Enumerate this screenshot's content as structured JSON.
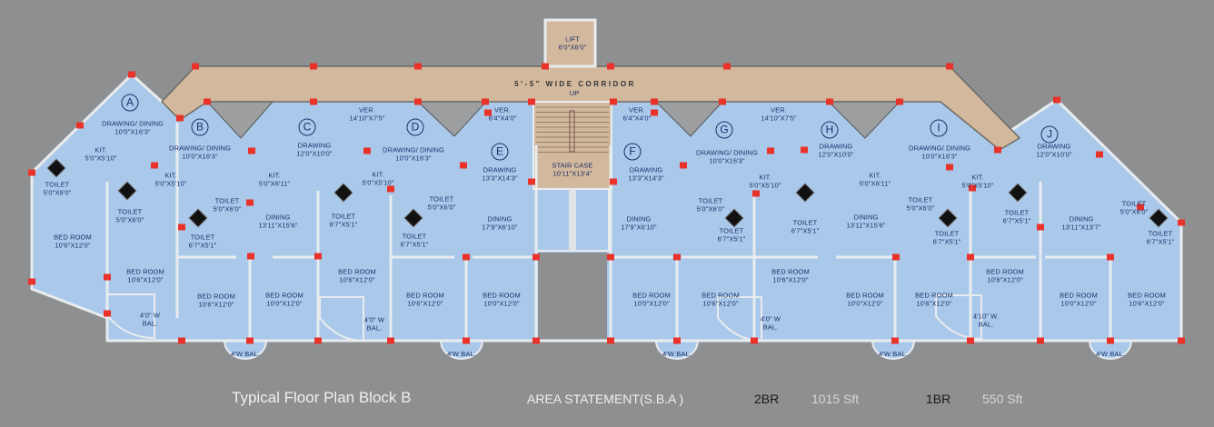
{
  "colors": {
    "background": "#8e8f91",
    "unit_fill": "#aac9ea",
    "corridor_fill": "#d2b89c",
    "column": "#e8322a",
    "void": "#9c9e9f",
    "text": "#1d2f6a"
  },
  "lift": {
    "name": "LIFT",
    "size": "6'0\"X6'0\""
  },
  "corridor": {
    "label": "5'-5\" WIDE CORRIDOR",
    "up": "UP"
  },
  "staircase": {
    "name": "STAIR CASE",
    "size": "10'11\"X13'4\""
  },
  "verandahs": [
    {
      "name": "VER.",
      "size": "14'10\"X7'5\""
    },
    {
      "name": "VER.",
      "size": "6'4\"X4'0\""
    },
    {
      "name": "VER.",
      "size": "6'4\"X4'0\""
    },
    {
      "name": "VER.",
      "size": "14'10\"X7'5\""
    }
  ],
  "units": [
    {
      "id": "A",
      "rooms": [
        {
          "name": "DRAWING/ DINING",
          "size": "10'0\"X16'3\""
        },
        {
          "name": "KIT.",
          "size": "5'0\"X5'10\""
        },
        {
          "name": "TOILET",
          "size": "5'0\"X6'0\""
        },
        {
          "name": "BED ROOM",
          "size": "10'6\"X12'0\""
        }
      ]
    },
    {
      "id": "B",
      "rooms": [
        {
          "name": "DRAWING/ DINING",
          "size": "10'0\"X16'3\""
        },
        {
          "name": "KIT.",
          "size": "5'0\"X5'10\""
        },
        {
          "name": "TOILET",
          "size": "5'0\"X6'0\""
        },
        {
          "name": "BED ROOM",
          "size": "10'6\"X12'0\""
        }
      ]
    },
    {
      "id": "C",
      "rooms": [
        {
          "name": "DRAWING",
          "size": "12'0\"X10'0\""
        },
        {
          "name": "KIT.",
          "size": "5'0\"X6'11\""
        },
        {
          "name": "TOILET",
          "size": "5'0\"X6'0\""
        },
        {
          "name": "TOILET",
          "size": "6'7\"X5'1\""
        },
        {
          "name": "DINING",
          "size": "13'11\"X15'6\""
        },
        {
          "name": "BED ROOM",
          "size": "10'6\"X12'0\""
        },
        {
          "name": "BED ROOM",
          "size": "10'0\"X12'0\""
        }
      ]
    },
    {
      "id": "D",
      "rooms": [
        {
          "name": "DRAWING/ DINING",
          "size": "10'0\"X16'3\""
        },
        {
          "name": "KIT.",
          "size": "5'0\"X5'10\""
        },
        {
          "name": "TOILET",
          "size": "6'7\"X5'1\""
        },
        {
          "name": "TOILET",
          "size": "5'0\"X6'0\""
        },
        {
          "name": "TOILET",
          "size": "6'7\"X5'1\""
        },
        {
          "name": "BED ROOM",
          "size": "10'6\"X12'0\""
        },
        {
          "name": "BED ROOM",
          "size": "10'6\"X12'0\""
        }
      ]
    },
    {
      "id": "E",
      "rooms": [
        {
          "name": "DRAWING",
          "size": "13'3\"X14'3\""
        },
        {
          "name": "DINING",
          "size": "17'9\"X6'10\""
        },
        {
          "name": "BED ROOM",
          "size": "10'0\"X12'0\""
        }
      ]
    },
    {
      "id": "F",
      "rooms": [
        {
          "name": "DRAWING",
          "size": "13'3\"X14'3\""
        },
        {
          "name": "DINING",
          "size": "17'9\"X6'10\""
        },
        {
          "name": "BED ROOM",
          "size": "10'0\"X12'0\""
        },
        {
          "name": "BED ROOM",
          "size": "10'6\"X12'0\""
        }
      ]
    },
    {
      "id": "G",
      "rooms": [
        {
          "name": "DRAWING/ DINING",
          "size": "10'0\"X16'3\""
        },
        {
          "name": "KIT.",
          "size": "5'0\"X5'10\""
        },
        {
          "name": "TOILET",
          "size": "5'0\"X6'0\""
        },
        {
          "name": "TOILET",
          "size": "6'7\"X5'1\""
        }
      ]
    },
    {
      "id": "H",
      "rooms": [
        {
          "name": "DRAWING",
          "size": "12'0\"X10'0\""
        },
        {
          "name": "KIT.",
          "size": "5'0\"X6'11\""
        },
        {
          "name": "TOILET",
          "size": "6'7\"X5'1\""
        },
        {
          "name": "DINING",
          "size": "13'11\"X15'6\""
        },
        {
          "name": "BED ROOM",
          "size": "10'6\"X12'0\""
        },
        {
          "name": "BED ROOM",
          "size": "10'0\"X12'0\""
        },
        {
          "name": "BED ROOM",
          "size": "10'6\"X12'0\""
        }
      ]
    },
    {
      "id": "I",
      "rooms": [
        {
          "name": "DRAWING/ DINING",
          "size": "10'0\"X16'3\""
        },
        {
          "name": "KIT.",
          "size": "5'0\"X5'10\""
        },
        {
          "name": "TOILET",
          "size": "5'0\"X6'0\""
        },
        {
          "name": "TOILET",
          "size": "6'7\"X5'1\""
        },
        {
          "name": "TOILET",
          "size": "6'7\"X5'1\""
        },
        {
          "name": "BED ROOM",
          "size": "10'6\"X12'0\""
        }
      ]
    },
    {
      "id": "J",
      "rooms": [
        {
          "name": "DRAWING",
          "size": "12'0\"X10'0\""
        },
        {
          "name": "DINING",
          "size": "13'11\"X13'7\""
        },
        {
          "name": "TOILET",
          "size": "5'0\"X6'0\""
        },
        {
          "name": "TOILET",
          "size": "6'7\"X5'1\""
        },
        {
          "name": "BED ROOM",
          "size": "10'0\"X12'0\""
        },
        {
          "name": "BED ROOM",
          "size": "10'6\"X12'0\""
        }
      ]
    }
  ],
  "balconies": [
    {
      "name": "4'0\" W",
      "suffix": "BAL."
    },
    {
      "name": "4'W BAL.",
      "suffix": ""
    },
    {
      "name": "4'0\" W",
      "suffix": "BAL."
    },
    {
      "name": "4'W BAL.",
      "suffix": ""
    },
    {
      "name": "4'W BAL.",
      "suffix": ""
    },
    {
      "name": "4'0\" W",
      "suffix": "BAL."
    },
    {
      "name": "4'W BAL.",
      "suffix": ""
    },
    {
      "name": "4'10\" W.",
      "suffix": "BAL."
    },
    {
      "name": "4'W BAL.",
      "suffix": ""
    }
  ],
  "footer": {
    "title": "Typical Floor Plan Block B",
    "area_statement": "AREA STATEMENT(S.B.A )",
    "type1": "2BR",
    "type1_area": "1015 Sft",
    "type2": "1BR",
    "type2_area": "550 Sft"
  }
}
